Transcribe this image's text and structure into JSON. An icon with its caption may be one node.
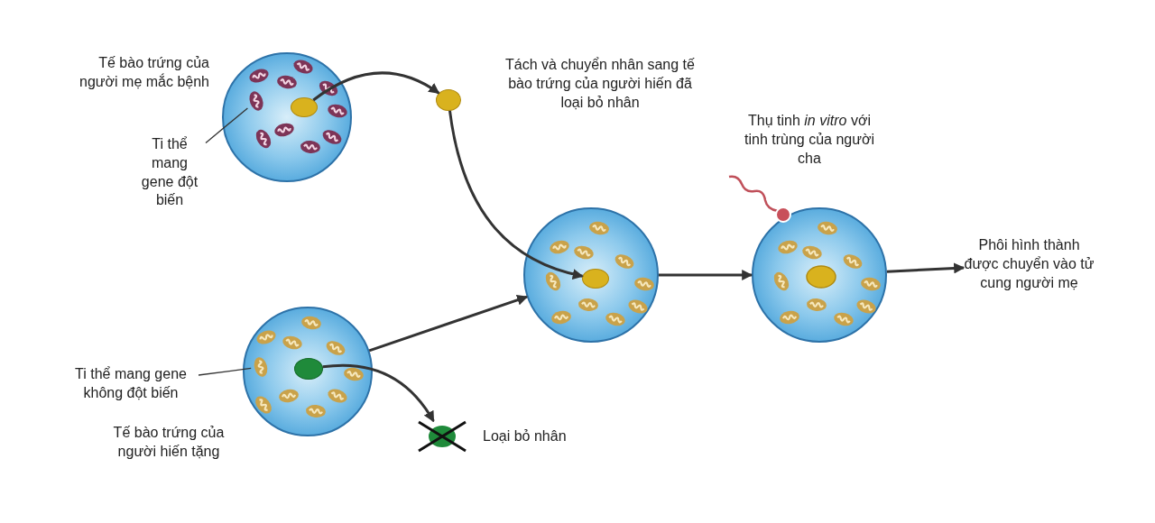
{
  "diagram": {
    "nodes": [
      {
        "text": [],
        "shape": "circle",
        "beside": [
          "Tế bào trứng của người mẹ mắc bệnh"
        ]
      },
      {
        "text": [],
        "shape": "circle",
        "in": 0
      },
      {
        "text": [],
        "shape": "picture",
        "in": 0
      },
      {
        "text": [
          "Ti thể mang gene đột biến"
        ]
      },
      {
        "text": [],
        "shape": "circle",
        "beside": [
          "Tách và chuyển nhân sang tế bào trứng của người hiến đã loại bỏ nhân"
        ]
      },
      {
        "text": [],
        "shape": "circle",
        "beside": [
          "Tế bào trứng của người hiến tặng"
        ]
      },
      {
        "text": [],
        "shape": "circle",
        "in": 5
      },
      {
        "text": [],
        "shape": "picture",
        "in": 5
      },
      {
        "text": [
          "Ti thể mang gene không đột biến"
        ]
      },
      {
        "text": [],
        "shape": "circle",
        "beside": [
          "Loại bỏ nhân"
        ]
      },
      {
        "text": [],
        "shape": "circle"
      },
      {
        "text": [],
        "shape": "circle",
        "in": 10
      },
      {
        "text": [],
        "shape": "circle"
      },
      {
        "text": [
          "Phôi hình thành được chuyển vào tử cung người mẹ"
        ]
      }
    ],
    "edges": [
      {
        "from": 1,
        "to": 4,
        "arrow": "to"
      },
      {
        "from": 4,
        "to": 11,
        "arrow": "to"
      },
      {
        "from": 3,
        "to": 2,
        "arrow": "none"
      },
      {
        "from": 8,
        "to": 7,
        "arrow": "none"
      },
      {
        "from": 6,
        "to": 9,
        "arrow": "to"
      },
      {
        "from": 5,
        "to": 10,
        "arrow": "to"
      },
      {
        "from": 10,
        "to": 12,
        "arrow": "to"
      },
      {
        "from": 12,
        "to": 13,
        "arrow": "to"
      }
    ],
    "labels": [
      "Thụ tinh *in vitro* với tinh trùng của người cha"
    ]
  }
}
